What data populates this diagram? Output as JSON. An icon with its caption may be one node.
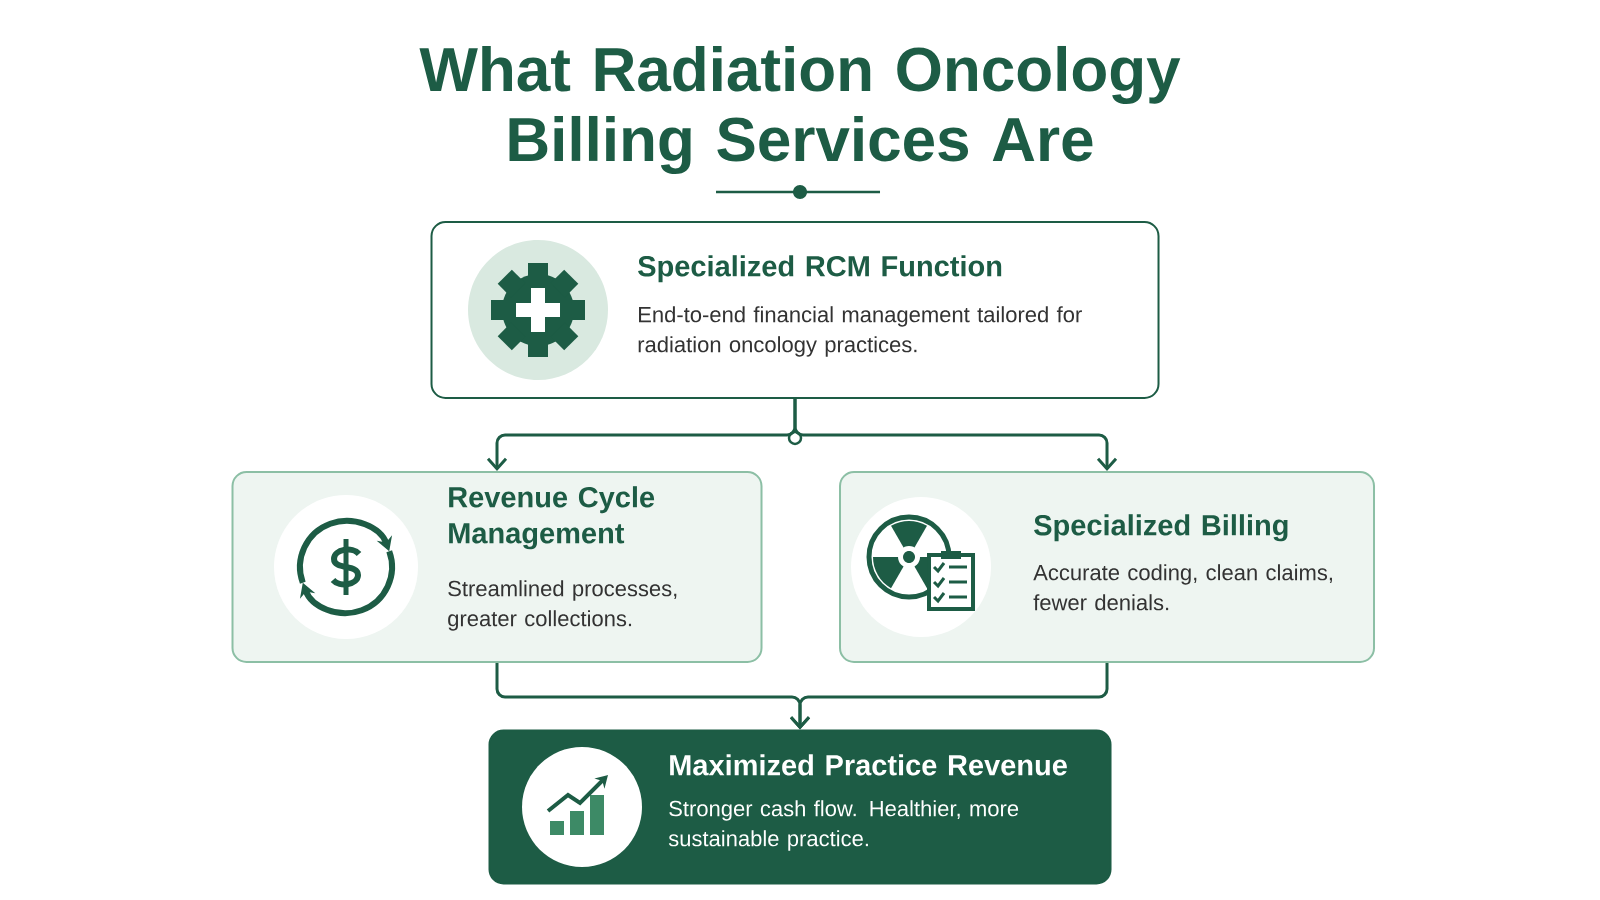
{
  "diagram": {
    "title": "What Radiation Oncology Billing Services Are",
    "nodes": [
      {
        "text": [
          "Specialized RCM Function",
          "End-to-end financial management tailored for radiation oncology practices."
        ]
      },
      {
        "text": [
          "Revenue Cycle Management",
          "Streamlined processes, greater collections."
        ]
      },
      {
        "text": [
          "Specialized Billing",
          "Accurate coding, clean claims, fewer denials."
        ]
      },
      {
        "text": [
          "Maximized Practice Revenue",
          "Stronger cash flow. Healthier, more sustainable practice."
        ]
      }
    ],
    "edges": [
      {
        "from": 0,
        "to": 1,
        "arrow": "to"
      },
      {
        "from": 0,
        "to": 2,
        "arrow": "to"
      },
      {
        "from": 1,
        "to": 3,
        "arrow": "to"
      },
      {
        "from": 2,
        "to": 3,
        "arrow": "to"
      }
    ]
  }
}
